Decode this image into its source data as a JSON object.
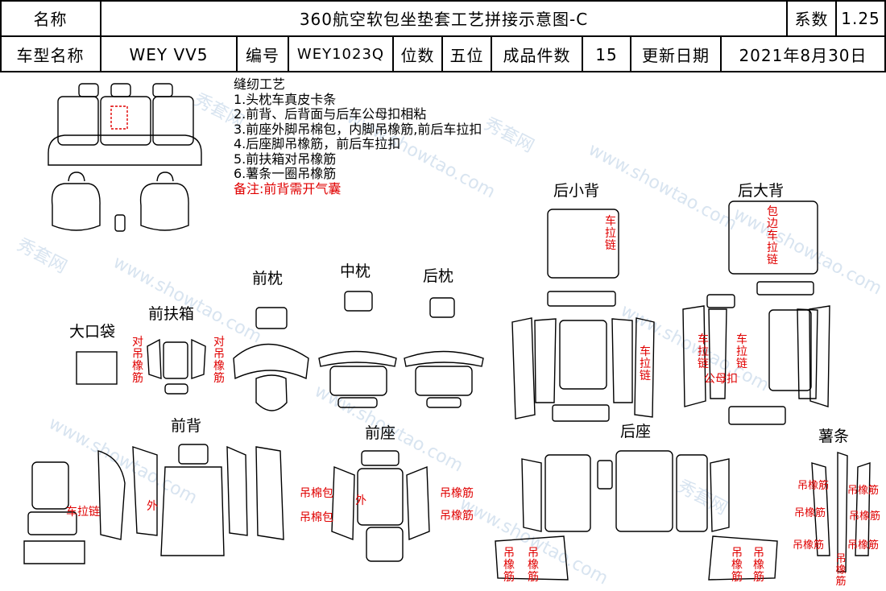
{
  "header": {
    "name_label": "名称",
    "title": "360航空软包坐垫套工艺拼接示意图-C",
    "coef_label": "系数",
    "coef_value": "1.25",
    "model_label": "车型名称",
    "model_value": "WEY VV5",
    "code_label": "编号",
    "code_value": "WEY1023Q",
    "seats_label": "位数",
    "seats_value": "五位",
    "pieces_label": "成品件数",
    "pieces_value": "15",
    "date_label": "更新日期",
    "date_value": "2021年8月30日"
  },
  "notes": {
    "title": "缝纫工艺",
    "items": [
      "1.头枕车真皮卡条",
      "2.前背、后背面与后车公母扣相粘",
      "3.前座外脚吊棉包，内脚吊橡筋,前后车拉扣",
      "4.后座脚吊橡筋，前后车拉扣",
      "5.前扶箱对吊橡筋",
      "6.薯条一圈吊橡筋"
    ],
    "remark": "备注:前背需开气囊"
  },
  "sections": {
    "rear_small_back": "后小背",
    "rear_large_back": "后大背",
    "front_pillow": "前枕",
    "mid_pillow": "中枕",
    "rear_pillow": "后枕",
    "big_pocket": "大口袋",
    "front_armrest": "前扶箱",
    "front_back": "前背",
    "front_seat": "前座",
    "rear_seat": "后座",
    "fries_strip": "薯条"
  },
  "annotations": {
    "car_zip": "车拉链",
    "edge_car_zip": "包边车拉链",
    "opposite_hang_elastic": "对吊橡筋",
    "hang_elastic": "吊橡筋",
    "hang_cotton": "吊棉包",
    "outer": "外",
    "male_female_buckle": "公母扣"
  },
  "watermark": {
    "cn": "秀套网",
    "en": "www.showtao.com"
  }
}
